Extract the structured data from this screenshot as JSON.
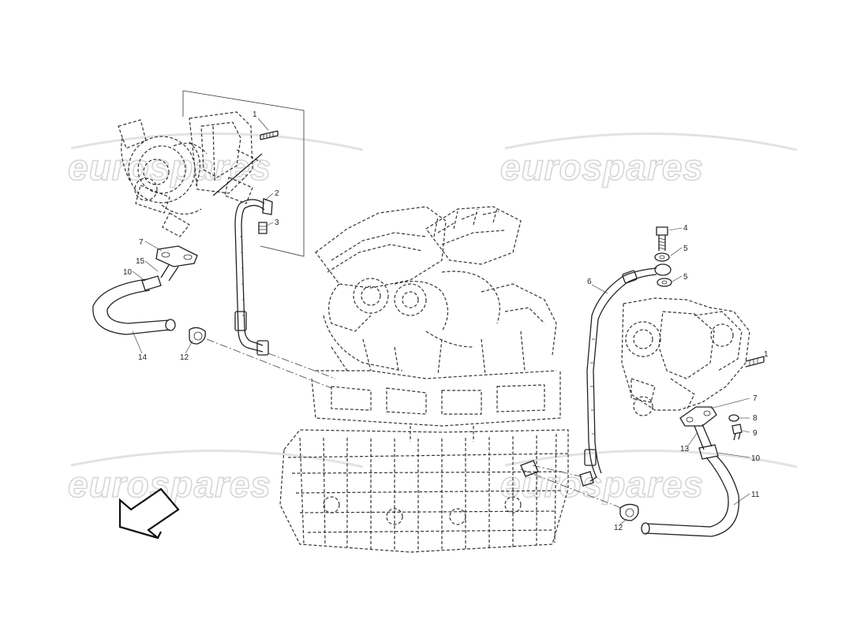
{
  "watermark": {
    "text": "eurospares"
  },
  "callouts": {
    "left": {
      "c1": "1",
      "c2": "2",
      "c3": "3",
      "c7": "7",
      "c15": "15",
      "c10": "10",
      "c14": "14",
      "c12": "12"
    },
    "right": {
      "c4": "4",
      "c5a": "5",
      "c5b": "5",
      "c6": "6",
      "c7": "7",
      "c8": "8",
      "c9": "9",
      "c13": "13",
      "c10": "10",
      "c11": "11",
      "c12": "12",
      "c1": "1"
    }
  }
}
